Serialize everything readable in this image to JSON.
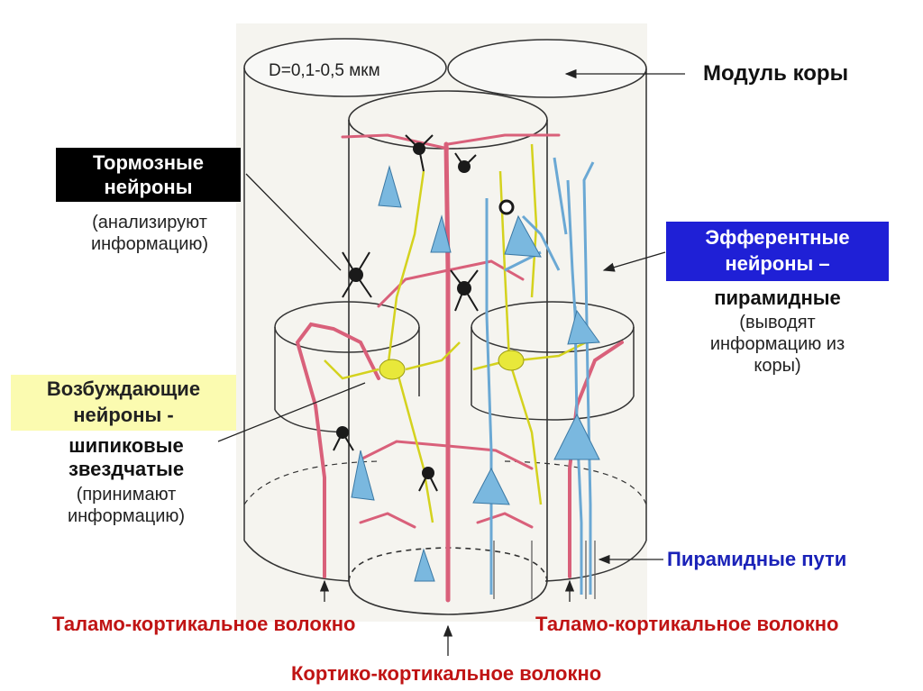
{
  "diameter_label": "D=0,1-0,5 мкм",
  "module_label": "Модуль коры",
  "inhibitory": {
    "title_line1": "Тормозные",
    "title_line2": "нейроны",
    "desc_line1": "(анализируют",
    "desc_line2": "информацию)"
  },
  "efferent": {
    "title_line1": "Эфферентные",
    "title_line2": "нейроны –",
    "sub": "пирамидные",
    "desc_line1": "(выводят",
    "desc_line2": "информацию из",
    "desc_line3": "коры)"
  },
  "excitatory": {
    "title_line1": "Возбуждающие",
    "title_line2": "нейроны -",
    "sub_line1": "шипиковые",
    "sub_line2": "звездчатые",
    "desc_line1": "(принимают",
    "desc_line2": "информацию)"
  },
  "pyramidal_paths": "Пирамидные пути",
  "thalamo_left": "Таламо-кортикальное волокно",
  "thalamo_right": "Таламо-кортикальное волокно",
  "cortico": "Кортико-кортикальное волокно",
  "colors": {
    "pink_fiber": "#d9607a",
    "yellow_neuron": "#e8e83a",
    "blue_neuron": "#7ab8df",
    "dark_neuron": "#1a1a1a",
    "label_red": "#c01414",
    "label_blue": "#1a22b8",
    "box_blue": "#1f20d6"
  }
}
